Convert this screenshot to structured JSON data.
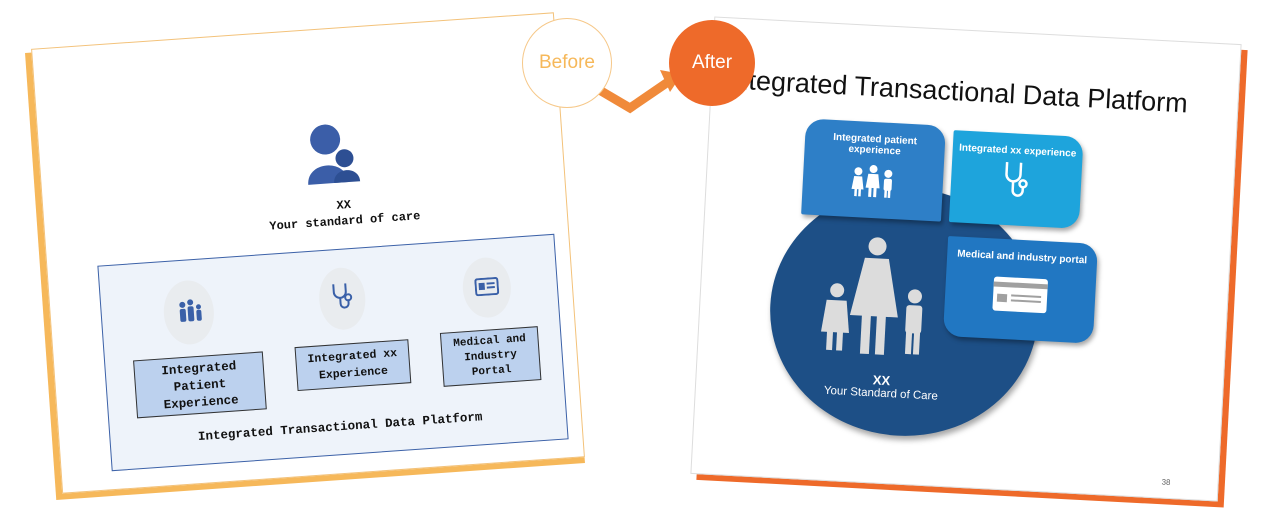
{
  "before": {
    "badge": "Before",
    "xx": "XX",
    "standard": "Your standard of care",
    "boxes": [
      {
        "lines": [
          "Integrated",
          "Patient",
          "Experience"
        ]
      },
      {
        "lines": [
          "Integrated xx",
          "Experience"
        ]
      },
      {
        "lines": [
          "Medical and",
          "Industry",
          "Portal"
        ]
      }
    ],
    "platform": "Integrated Transactional Data Platform"
  },
  "after": {
    "badge": "After",
    "title": "Integrated Transactional Data Platform",
    "tile_patient": "Integrated patient experience",
    "tile_xx": "Integrated xx experience",
    "tile_portal": "Medical and industry portal",
    "xx": "XX",
    "standard": "Your Standard of Care",
    "page_number": "38"
  },
  "colors": {
    "before_accent": "#f6b85a",
    "after_accent": "#ee6a2a",
    "navy": "#1d4f86",
    "blue": "#2e7fc7",
    "cyan": "#1ea4dc"
  }
}
